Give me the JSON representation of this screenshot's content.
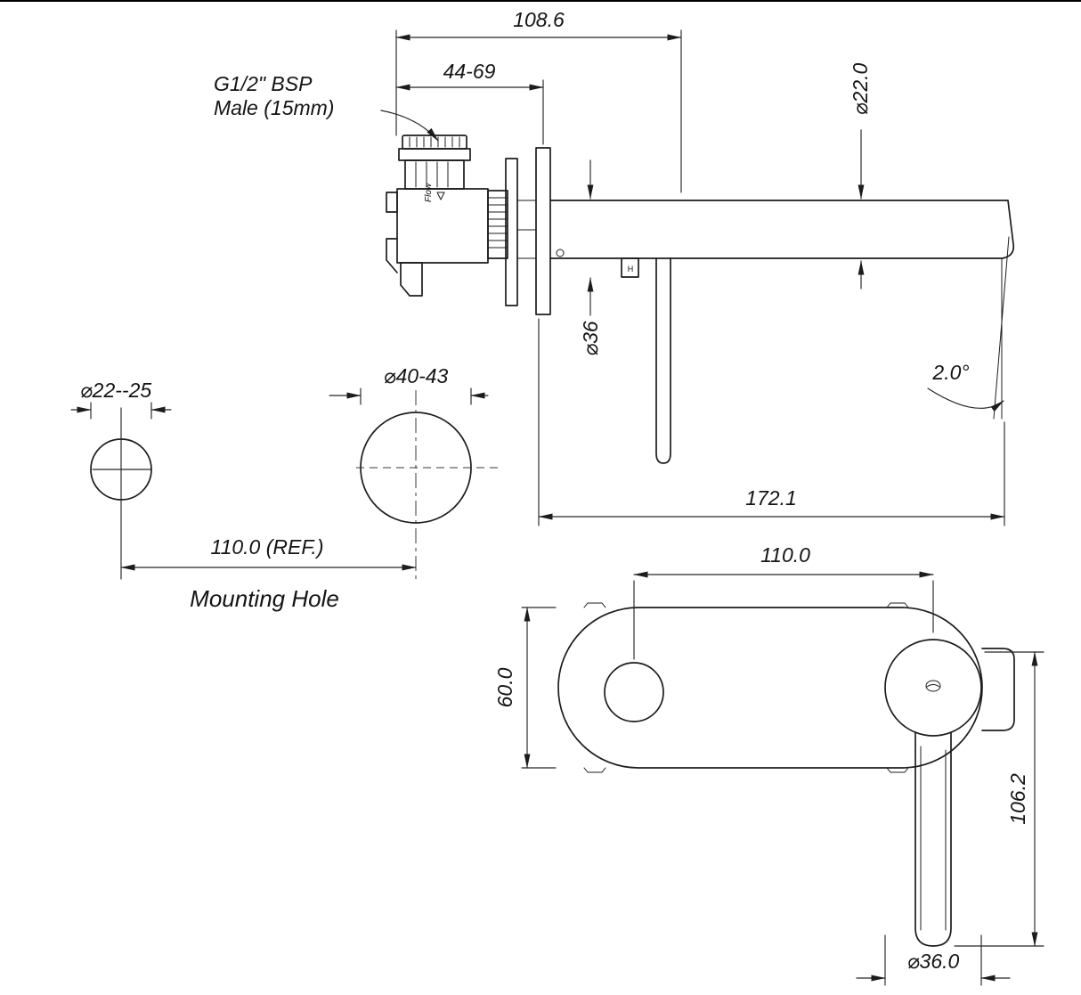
{
  "drawing": {
    "side_view": {
      "dim_overall_depth": "108.6",
      "dim_wall_adjust": "44-69",
      "inlet_label_line1": "G1/2\" BSP",
      "inlet_label_line2": "Male (15mm)",
      "flow_label": "Flow",
      "hot_marker": "H",
      "dim_spout_dia": "⌀22.0",
      "dim_flange_dia": "⌀36",
      "dim_spout_angle": "2.0°",
      "dim_spout_reach": "172.1"
    },
    "mounting": {
      "dim_small_hole_dia": "⌀22--25",
      "dim_large_hole_dia": "⌀40-43",
      "dim_hole_spacing": "110.0 (REF.)",
      "caption": "Mounting Hole"
    },
    "front_view": {
      "dim_centres": "110.0",
      "dim_plate_height": "60.0",
      "dim_handle_length": "106.2",
      "dim_handle_dia": "⌀36.0"
    },
    "line_color": "#1c1c1c"
  }
}
